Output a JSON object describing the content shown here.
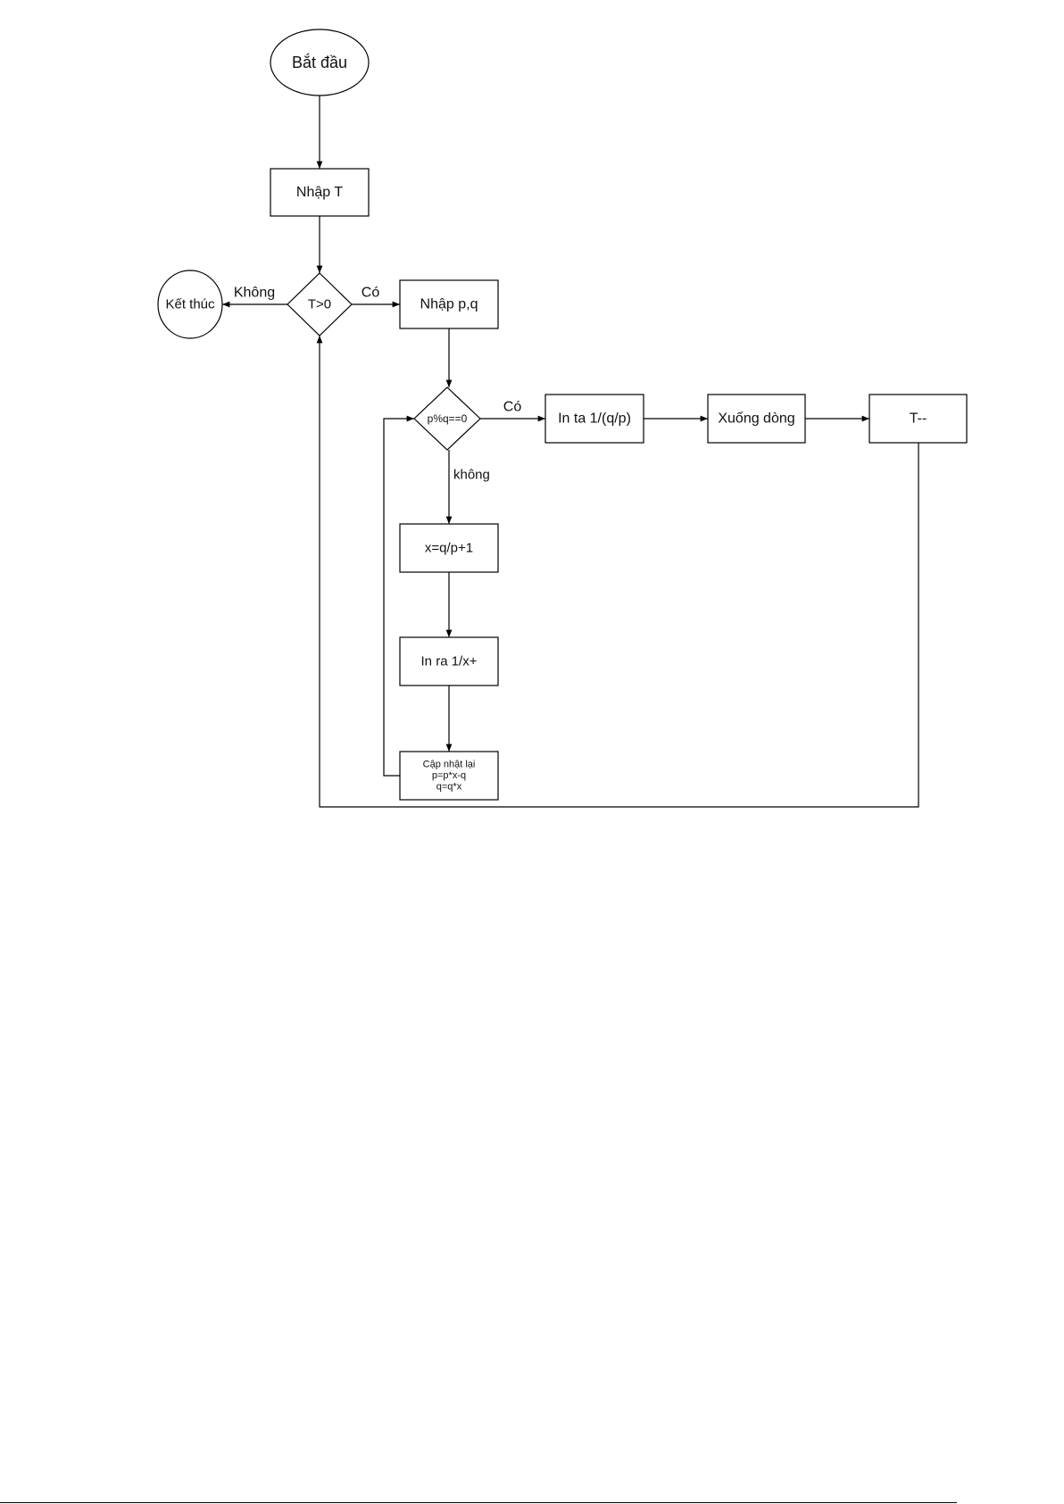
{
  "nodes": {
    "start": {
      "lines": [
        "Bắt đầu"
      ]
    },
    "input_t": {
      "lines": [
        "Nhập T"
      ]
    },
    "cond_t": {
      "lines": [
        "T>0"
      ]
    },
    "end": {
      "lines": [
        "Kết thúc"
      ]
    },
    "input_pq": {
      "lines": [
        "Nhập p,q"
      ]
    },
    "cond_pq": {
      "lines": [
        "p%q==0"
      ]
    },
    "print_qp": {
      "lines": [
        "In ta 1/(q/p)"
      ]
    },
    "newline": {
      "lines": [
        "Xuống dòng"
      ]
    },
    "dec_t": {
      "lines": [
        "T--"
      ]
    },
    "compute_x": {
      "lines": [
        "x=q/p+1"
      ]
    },
    "print_x": {
      "lines": [
        "In ra 1/x+"
      ]
    },
    "update": {
      "lines": [
        "Cập nhật lại",
        "p=p*x-q",
        "q=q*x"
      ]
    }
  },
  "edge_labels": {
    "t_no": "Không",
    "t_yes": "Có",
    "pq_yes": "Có",
    "pq_no": "không"
  }
}
